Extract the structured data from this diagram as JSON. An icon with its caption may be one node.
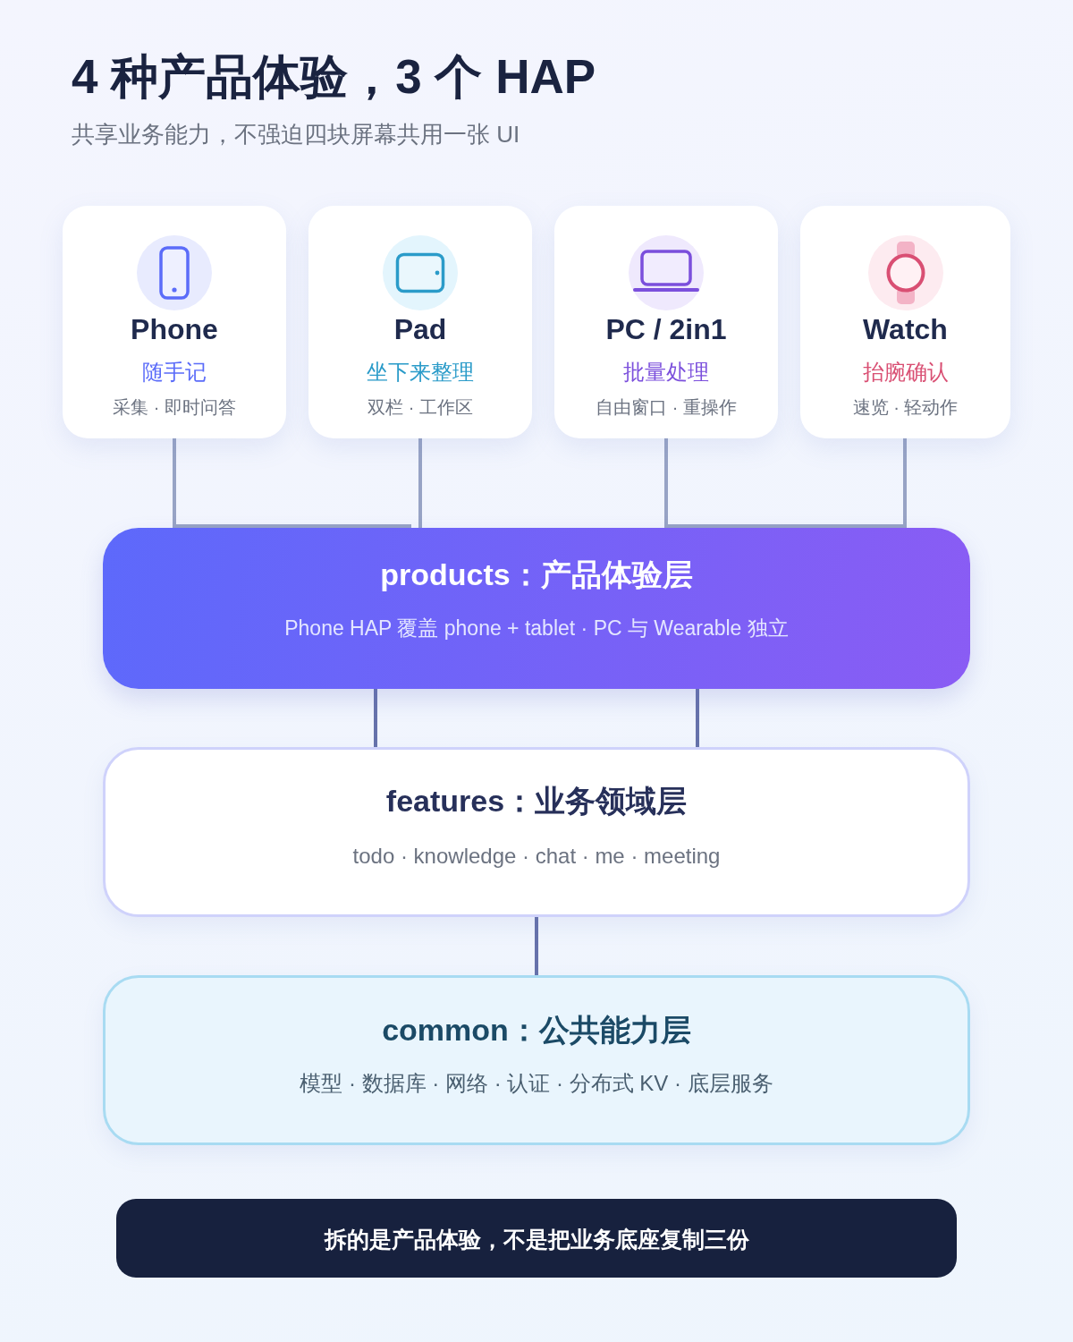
{
  "diagram": {
    "title": "4 种产品体验，3 个 HAP",
    "nodes": [
      {
        "text": [
          "Phone",
          "随手记",
          "采集 · 即时问答"
        ]
      },
      {
        "text": [
          "Pad",
          "坐下来整理",
          "双栏 · 工作区"
        ]
      },
      {
        "text": [
          "PC / 2in1",
          "批量处理",
          "自由窗口 · 重操作"
        ]
      },
      {
        "text": [
          "Watch",
          "抬腕确认",
          "速览 · 轻动作"
        ]
      },
      {
        "text": [
          "products：产品体验层",
          "Phone HAP 覆盖 phone + tablet · PC 与 Wearable 独立"
        ]
      },
      {
        "text": [
          "features：业务领域层",
          "todo · knowledge · chat · me · meeting"
        ]
      },
      {
        "text": [
          "common：公共能力层",
          "模型 · 数据库 · 网络 · 认证 · 分布式 KV · 底层服务"
        ]
      },
      {
        "text": [
          "拆的是产品体验，不是把业务底座复制三份"
        ]
      }
    ],
    "edges": [
      {
        "from": 0,
        "to": 4,
        "arrow": "none"
      },
      {
        "from": 1,
        "to": 4,
        "arrow": "none"
      },
      {
        "from": 2,
        "to": 4,
        "arrow": "none"
      },
      {
        "from": 3,
        "to": 4,
        "arrow": "none"
      },
      {
        "from": 4,
        "to": 5,
        "arrow": "none",
        "color": "#6672ab"
      },
      {
        "from": 4,
        "to": 5,
        "arrow": "none",
        "color": "#6672ab"
      },
      {
        "from": 5,
        "to": 6,
        "arrow": "none",
        "color": "#6672ab"
      }
    ],
    "labels": [
      "共享业务能力，不强迫四块屏幕共用一张 UI"
    ]
  }
}
